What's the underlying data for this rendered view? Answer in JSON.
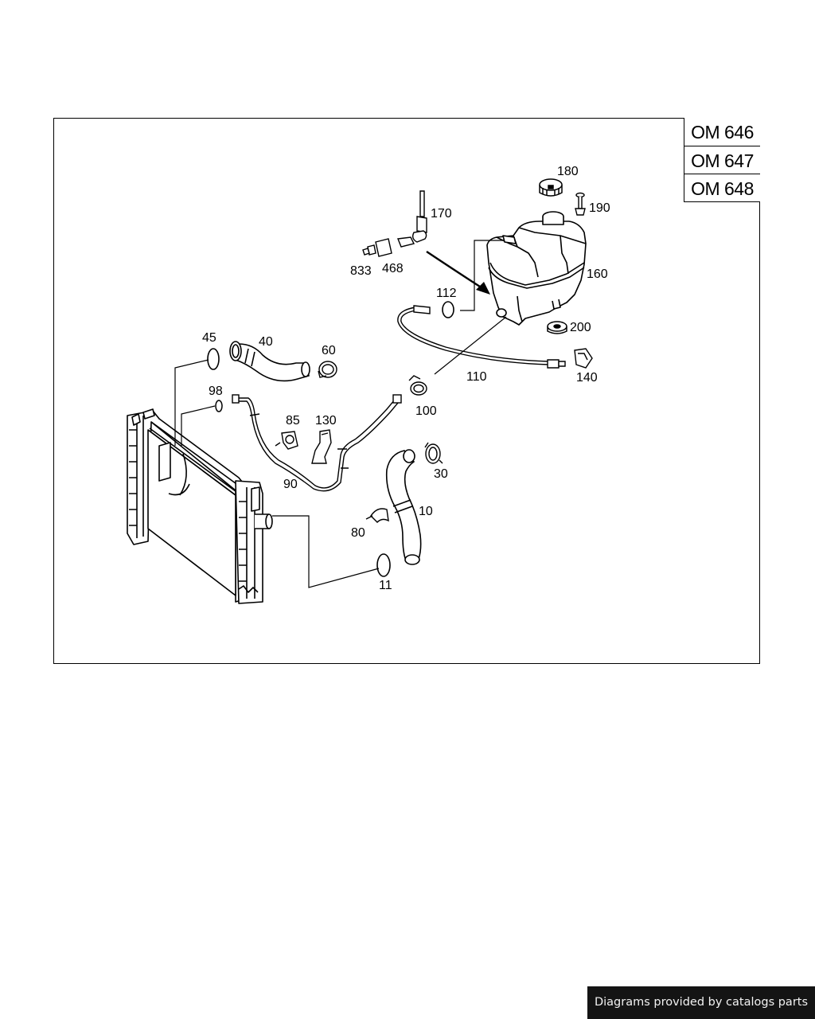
{
  "engine_codes": [
    "OM 646",
    "OM 647",
    "OM 648"
  ],
  "callouts": {
    "p180": "180",
    "p190": "190",
    "p170": "170",
    "p833": "833",
    "p468": "468",
    "p160": "160",
    "p112": "112",
    "p200": "200",
    "p45": "45",
    "p40": "40",
    "p60": "60",
    "p110": "110",
    "p140": "140",
    "p98": "98",
    "p100": "100",
    "p85": "85",
    "p130": "130",
    "p30": "30",
    "p90": "90",
    "p10": "10",
    "p80": "80",
    "p11": "11"
  },
  "footer": {
    "text": "Diagrams provided by catalogs parts"
  }
}
